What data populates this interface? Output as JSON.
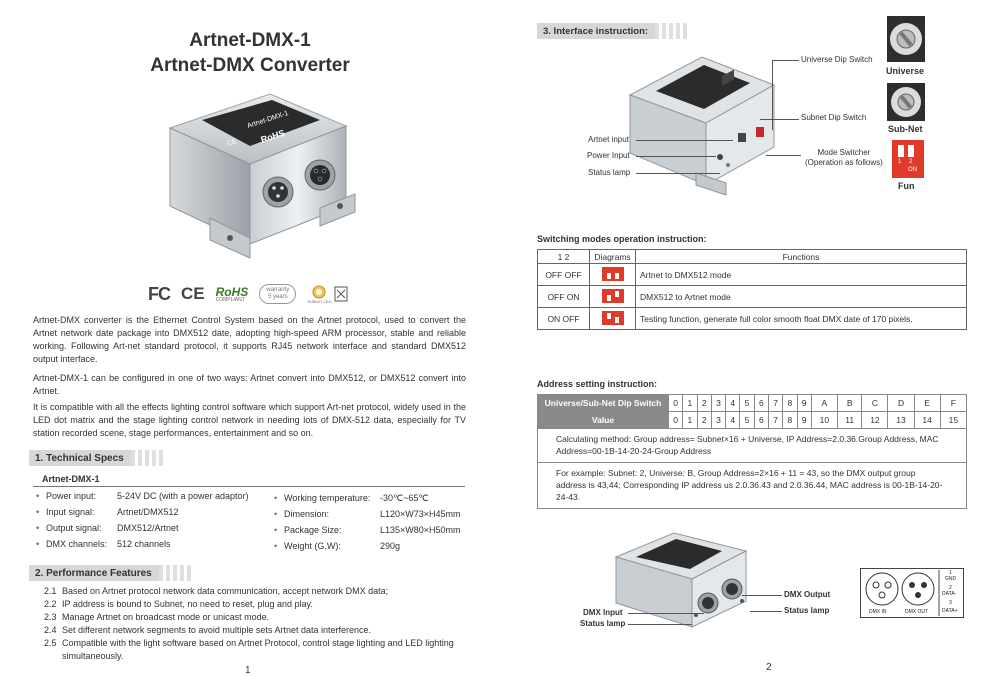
{
  "left_page": {
    "title_line1": "Artnet-DMX-1",
    "title_line2": "Artnet-DMX Converter",
    "device_labels": {
      "label_top": "Artnet-DMX-1",
      "rohs": "RoHS",
      "ce": "CE",
      "fc": "FC"
    },
    "certs": {
      "fc": "FC",
      "ce": "CE",
      "rohs_main": "RoHS",
      "rohs_sub": "COMPLIANT",
      "warranty_line1": "warranty",
      "warranty_line2": "5 years",
      "mark_sub": "SUBMIT ZEN"
    },
    "intro": [
      "Artnet-DMX converter is the Ethernet Control System based on the Artnet protocol, used to convert the Artnet network date package into DMX512 date, adopting high-speed ARM processor, stable and reliable working. Following Art-net standard protocol, it supports RJ45 network interface and standard DMX512 output interface.",
      "Artnet-DMX-1 can be configured in one of two ways: Artnet convert into DMX512, or DMX512 convert into Artnet.",
      "It is compatible with all the effects lighting control software which support Art-net protocol, widely used in the LED dot matrix and the stage lighting control network in needing lots of DMX-512 data, especially for TV station recorded scene, stage performances, entertainment and so on."
    ],
    "tech_section": "1. Technical Specs",
    "spec_model": "Artnet-DMX-1",
    "specs_left": [
      {
        "k": "Power input:",
        "v": "5-24V DC (with a power adaptor)"
      },
      {
        "k": "Input signal:",
        "v": "Artnet/DMX512"
      },
      {
        "k": "Output signal:",
        "v": "DMX512/Artnet"
      },
      {
        "k": "DMX channels:",
        "v": "512 channels"
      }
    ],
    "specs_right": [
      {
        "k": "Working temperature:",
        "v": "-30℃~65℃"
      },
      {
        "k": "Dimension:",
        "v": "L120×W73×H45mm"
      },
      {
        "k": "Package Size:",
        "v": "L135×W80×H50mm"
      },
      {
        "k": "Weight (G.W):",
        "v": "290g"
      }
    ],
    "perf_section": "2. Performance Features",
    "features": [
      {
        "n": "2.1",
        "t": "Based on Artnet protocol network data communication, accept network DMX data;"
      },
      {
        "n": "2.2",
        "t": "IP address is bound to Subnet, no need to reset, plug and play."
      },
      {
        "n": "2.3",
        "t": "Manage Artnet on broadcast mode or unicast mode."
      },
      {
        "n": "2.4",
        "t": "Set different network segments to avoid multiple sets Artnet data interference."
      },
      {
        "n": "2.5",
        "t": "Compatible with the light software based on Artnet Protocol, control stage lighting and LED lighting simultaneously."
      }
    ],
    "page_number": "1"
  },
  "right_page": {
    "interface_section": "3. Interface instruction:",
    "callouts": {
      "universe_dip": "Universe Dip Switch",
      "subnet_dip": "Subnet Dip Switch",
      "mode_switcher_1": "Mode Switcher",
      "mode_switcher_2": "(Operation as follows)",
      "artnet_input": "Artnet input",
      "power_input": "Power Input",
      "status_lamp": "Status lamp"
    },
    "dip_labels": {
      "universe": "Universe",
      "subnet": "Sub-Net",
      "fun": "Fun",
      "fun_on": "ON",
      "fun_1": "1",
      "fun_2": "2"
    },
    "modes_title": "Switching modes operation instruction:",
    "modes_header": {
      "c1": "1    2",
      "c2": "Diagrams",
      "c3": "Functions"
    },
    "modes_rows": [
      {
        "sw": "OFF  OFF",
        "fn": "Artnet to DMX512 mode"
      },
      {
        "sw": "OFF   ON",
        "fn": "DMX512 to Artnet mode"
      },
      {
        "sw": "ON   OFF",
        "fn": "Testing function, generate full color smooth float DMX date of 170 pixels."
      }
    ],
    "addr_title": "Address setting instruction:",
    "addr_header1": "Universe/Sub-Net Dip Switch",
    "addr_header2": "Value",
    "addr_switch": [
      "0",
      "1",
      "2",
      "3",
      "4",
      "5",
      "6",
      "7",
      "8",
      "9",
      "A",
      "B",
      "C",
      "D",
      "E",
      "F"
    ],
    "addr_value": [
      "0",
      "1",
      "2",
      "3",
      "4",
      "5",
      "6",
      "7",
      "8",
      "9",
      "10",
      "11",
      "12",
      "13",
      "14",
      "15"
    ],
    "addr_note1": "Calculating method: Group address= Subnet×16 + Universe, IP Address=2.0.36.Group Address, MAC Address=00-1B-14-20-24-Group Address",
    "addr_note2": "For example: Subnet: 2, Universe: B, Group Address=2×16 + 11 = 43, so the DMX output group address is 43,44; Corresponding IP address us 2.0.36.43 and 2.0.36.44, MAC address is 00-1B-14-20-24-43.",
    "bottom_callouts": {
      "dmx_output": "DMX Output",
      "status_lamp_r": "Status lamp",
      "dmx_input": "DMX Input",
      "status_lamp_l": "Status lamp"
    },
    "xlr_labels": {
      "dmx_in": "DMX IN",
      "dmx_out": "DMX OUT",
      "p1": "1",
      "p2": "2",
      "p3": "3",
      "gnd": "GND",
      "data_minus": "DATA-",
      "data_plus": "DATA+"
    },
    "page_number": "2"
  }
}
